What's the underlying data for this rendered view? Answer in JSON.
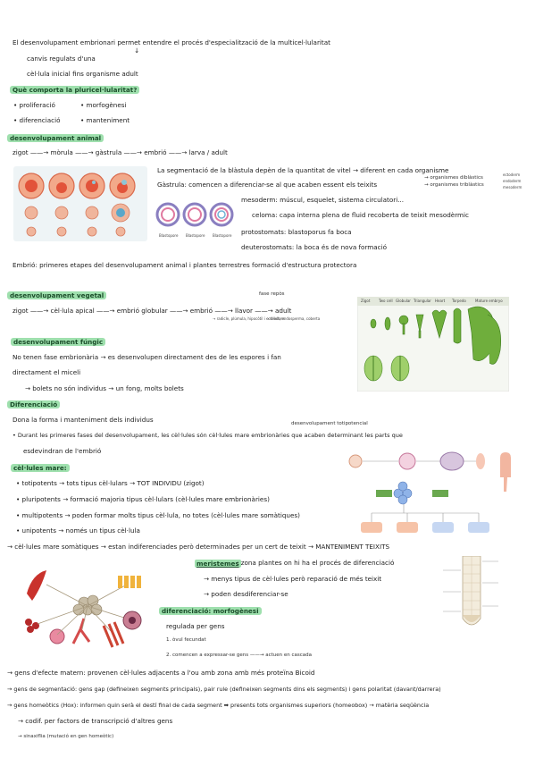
{
  "intro": {
    "line1": "El desenvolupament embrionari permet entendre el procés d'especialització de la multicel·lularitat",
    "line2": "canvis regulats d'una",
    "line3": "cèl·lula inicial fins organisme adult"
  },
  "multicel": {
    "heading": "Què comporta la pluricel·lularitat?",
    "items": [
      "• proliferació",
      "• morfogènesi",
      "• diferenciació",
      "• manteniment"
    ]
  },
  "animal": {
    "heading": "desenvolupament animal",
    "stages": "zigot ——→ mòrula ——→ gàstrula ——→ embrió ——→ larva / adult",
    "seg": "La segmentació de la blàstula depèn de la quantitat de vitel → diferent en cada organisme",
    "gastrula": "Gàstrula: comencen a diferenciar-se al que acaben essent els teixits",
    "diblastic": "→ organismes diblàstics",
    "triblastic": "→ organismes triblàstics",
    "side_labels": [
      "ectoderm",
      "endoderm",
      "mesoderm"
    ],
    "mesoderm": "mesoderm: múscul, esquelet, sistema circulatori...",
    "celoma": "celoma: capa interna plena de fluid recoberta de teixit mesodèrmic",
    "protostomats": "protostomats: blastoporus fa boca",
    "deuterostomats": "deuterostomats: la boca és de nova formació",
    "embrio": "Embrió: primeres etapes del desenvolupament animal i plantes terrestres formació d'estructura protectora",
    "fig_labels": [
      "Blastopore",
      "Blastopore",
      "Blastopore"
    ]
  },
  "vegetal": {
    "heading": "desenvolupament vegetal",
    "fase": "fase repòs",
    "stages": "zigot ——→ cèl·lula apical ——→ embrió globular ——→ embrió ——→ llavor ——→ adult",
    "sub_embrio": "→ radicle, plúmula, hipocòtil i cotiledons",
    "sub_llavor": "→ teixit, endosperma, coberta",
    "plant_labels": [
      "Zigot",
      "Two cell",
      "Globular",
      "Triangular",
      "Heart",
      "Torpedo",
      "Mature embryo"
    ]
  },
  "fungic": {
    "heading": "desenvolupament fúngic",
    "line1": "No tenen fase embrionària → es desenvolupen directament des de les espores i fan",
    "line2": "directament el miceli",
    "line3": "→ bolets no són individus → un fong, molts bolets"
  },
  "diferenciacio": {
    "heading": "Diferenciació",
    "line1": "Dona la forma i manteniment dels individus",
    "note": "desenvolupament totipotencial",
    "line2": "• Durant les primeres fases del desenvolupament, les cèl·lules són cèl·lules mare embrionàries que acaben determinant les parts que",
    "line3": "esdevindran de l'embrió"
  },
  "mare": {
    "heading": "cèl·lules mare:",
    "items": [
      "• totipotents → tots tipus cèl·lulars → TOT INDIVIDU (zigot)",
      "• pluripotents → formació majoria tipus cèl·lulars (cèl·lules mare embrionàries)",
      "• multipotents → poden formar molts tipus cèl·lula, no totes (cèl·lules mare somàtiques)",
      "• unipotents → només un tipus cèl·lula"
    ],
    "somatic": "→ cèl·lules mare somàtiques → estan indiferenciades però determinades per un cert de teixit → MANTENIMENT TEIXITS"
  },
  "meristemes": {
    "title": "meristemes",
    "line1": ": zona plantes on hi ha el procés de diferenciació",
    "line2": "→ menys tipus de cèl·lules però reparació de més teixit",
    "line3": "→ poden desdiferenciar-se"
  },
  "morfo": {
    "heading": "diferenciació: morfogènesi",
    "line1": "regulada per gens",
    "line2": "1. òvul fecundat",
    "line3": "2. comencen a expressar-se gens ——→ actuen en cascada"
  },
  "gens": {
    "maternal": "→ gens d'efecte matern: provenen cèl·lules adjacents a l'ou amb zona amb més proteïna Bicoid",
    "segmentacio": "→ gens de segmentació: gens gap (defineixen segments principals), pair rule (defineixen segments dins els segments) i gens polaritat (davant/darrera)",
    "homeotics": "→ gens homeòtics (Hox): informen quin serà el destí final de cada segment ➡ presents tots organismes superiors (homeobox) → matèria seqüència",
    "codif": "→ codif. per factors de transcripció d'altres gens",
    "sinaxia": "→ sinaxiflia (mutació en gen homeòtic)"
  }
}
